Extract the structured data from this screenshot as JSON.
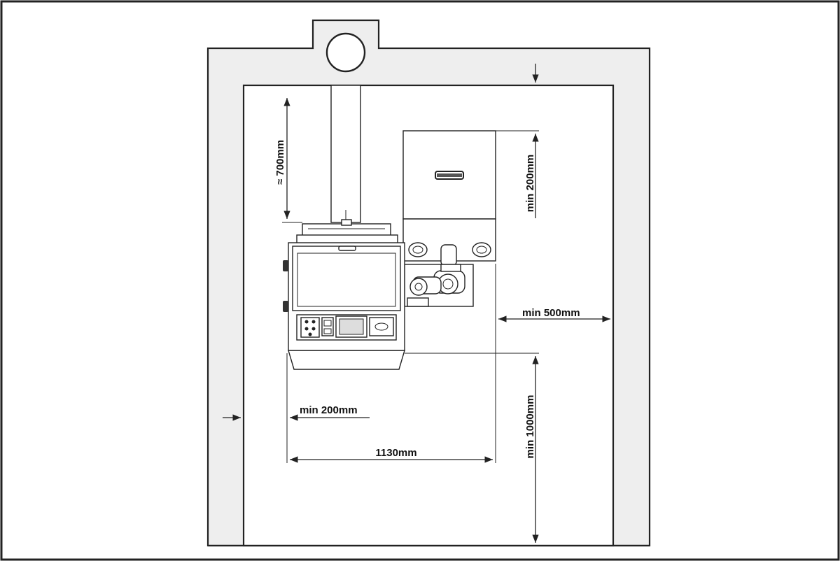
{
  "colors": {
    "wall_fill": "#eeeeee",
    "line": "#222222",
    "background": "#ffffff"
  },
  "dimensions": {
    "chimney_clearance": "≈ 700mm",
    "top_clearance": "min 200mm",
    "side_right": "min 500mm",
    "side_left": "min 200mm",
    "boiler_width": "1130mm",
    "front_clearance": "min 1000mm"
  }
}
